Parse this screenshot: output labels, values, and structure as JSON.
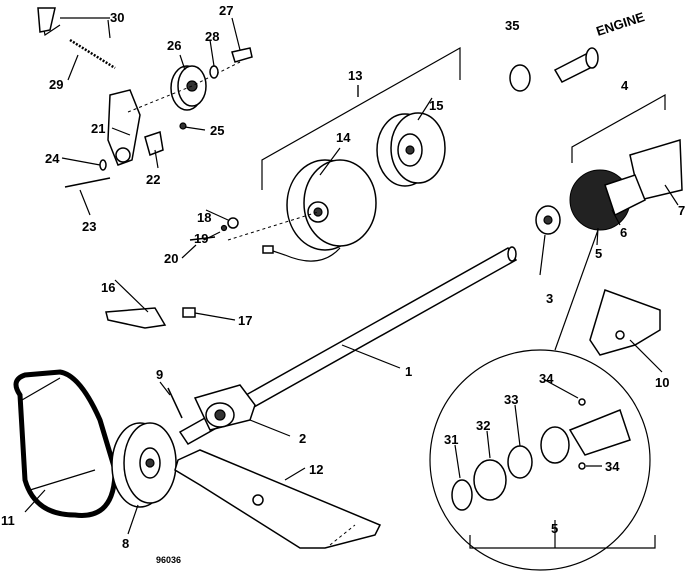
{
  "diagram": {
    "figure_number": "96036",
    "engine_label": "ENGINE",
    "callouts": [
      "1",
      "2",
      "3",
      "4",
      "5",
      "6",
      "7",
      "8",
      "9",
      "10",
      "11",
      "12",
      "13",
      "14",
      "15",
      "16",
      "17",
      "18",
      "19",
      "20",
      "21",
      "22",
      "23",
      "24",
      "25",
      "26",
      "27",
      "28",
      "29",
      "30",
      "31",
      "32",
      "33",
      "34",
      "35"
    ],
    "callout_34_second": "34",
    "callout_5_second": "5"
  }
}
